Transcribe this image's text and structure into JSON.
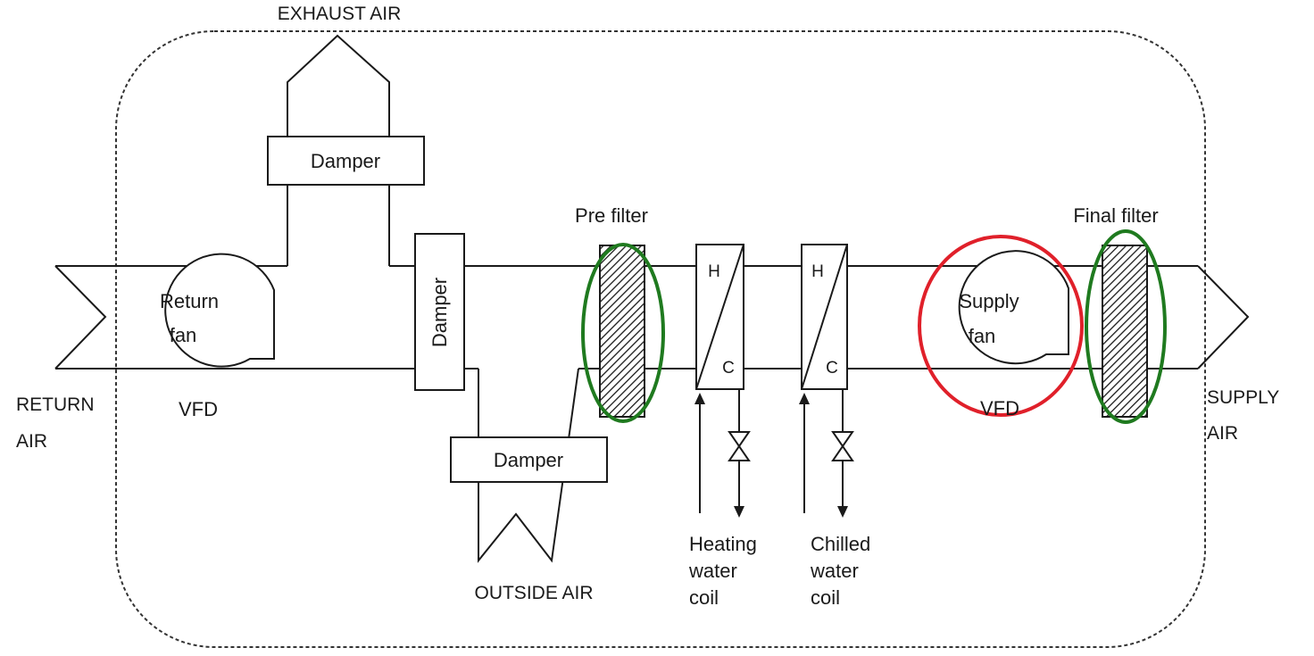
{
  "diagram": {
    "labels": {
      "exhaust_air": "EXHAUST AIR",
      "return_air_1": "RETURN",
      "return_air_2": "AIR",
      "supply_air_1": "SUPPLY",
      "supply_air_2": "AIR",
      "outside_air": "OUTSIDE AIR",
      "damper_exhaust": "Damper",
      "damper_mixing": "Damper",
      "damper_outside": "Damper",
      "return_fan_1": "Return",
      "return_fan_2": "fan",
      "return_vfd": "VFD",
      "supply_fan_1": "Supply",
      "supply_fan_2": "fan",
      "supply_vfd": "VFD",
      "pre_filter": "Pre filter",
      "final_filter": "Final filter",
      "heating_coil_h": "H",
      "heating_coil_c": "C",
      "chilled_coil_h": "H",
      "chilled_coil_c": "C",
      "heating_coil_1": "Heating",
      "heating_coil_2": "water",
      "heating_coil_3": "coil",
      "chilled_coil_1": "Chilled",
      "chilled_coil_2": "water",
      "chilled_coil_3": "coil"
    },
    "colors": {
      "line": "#1a1a1a",
      "filter_highlight": "#1f7a1f",
      "fan_highlight": "#e0202a"
    }
  }
}
